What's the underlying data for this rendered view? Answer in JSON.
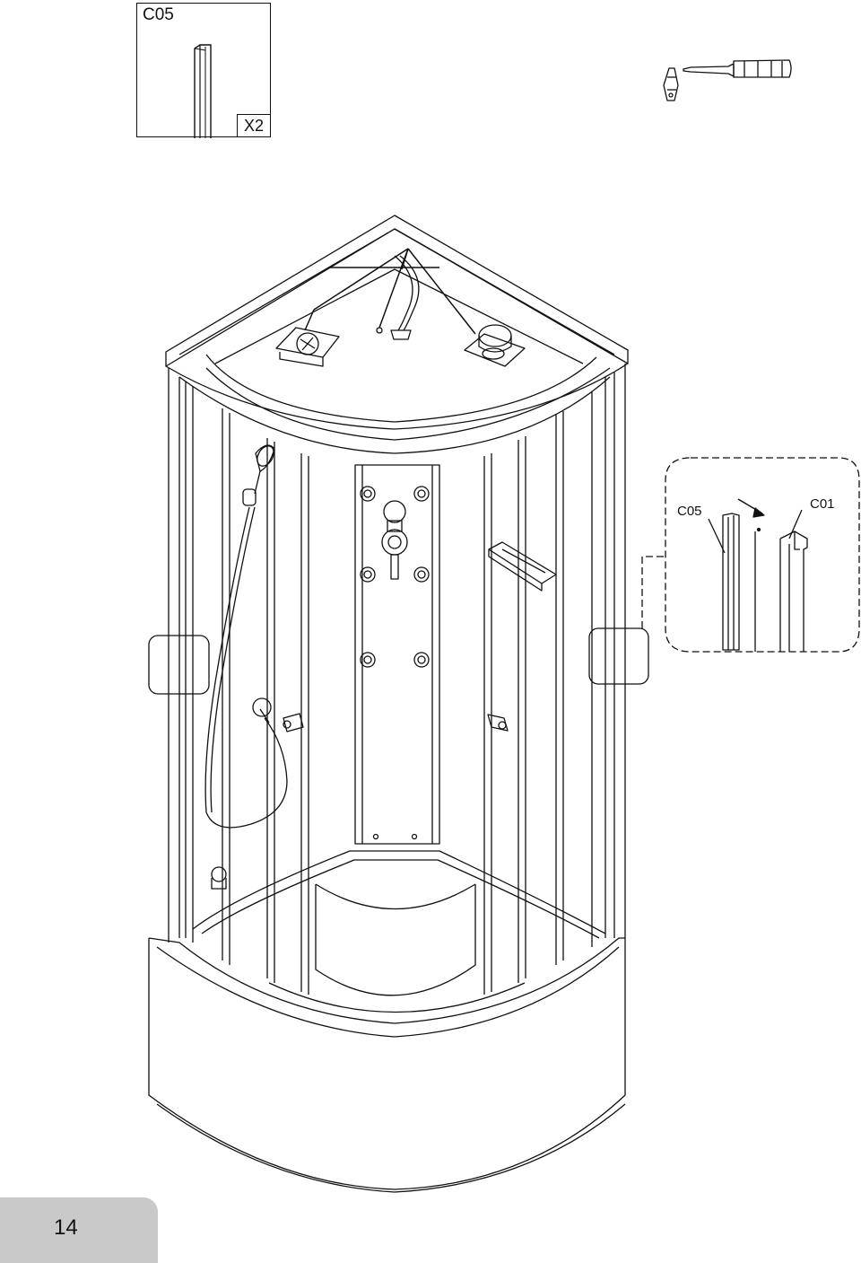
{
  "part_box": {
    "code": "C05",
    "quantity": "X2"
  },
  "tool": {
    "icon": "screwdriver-icon"
  },
  "detail": {
    "label_left": "C05",
    "label_right": "C01"
  },
  "page": {
    "number": "14"
  }
}
